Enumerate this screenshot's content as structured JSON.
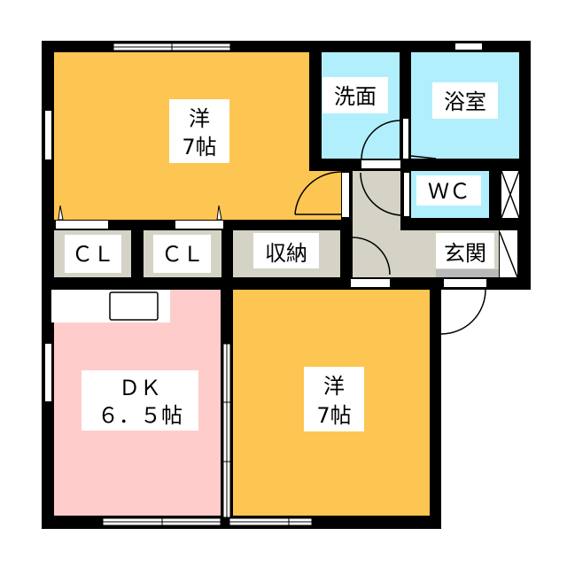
{
  "colors": {
    "wall": "#000000",
    "western_room": "#fdc652",
    "dining_kitchen": "#ffcccc",
    "wet_area": "#b1effd",
    "storage_hall": "#d5d3c6",
    "label_bg": "#ffffff"
  },
  "rooms": {
    "western_top": {
      "name": "洋",
      "size": "7帖"
    },
    "washroom": {
      "name": "洗面"
    },
    "bathroom": {
      "name": "浴室"
    },
    "toilet": {
      "name": "ＷＣ"
    },
    "closet_1": {
      "name": "ＣＬ"
    },
    "closet_2": {
      "name": "ＣＬ"
    },
    "storage": {
      "name": "収納"
    },
    "entrance": {
      "name": "玄関"
    },
    "dining_kitchen": {
      "name": "ＤＫ",
      "size": "６．５帖"
    },
    "western_bottom": {
      "name": "洋",
      "size": "7帖"
    }
  }
}
